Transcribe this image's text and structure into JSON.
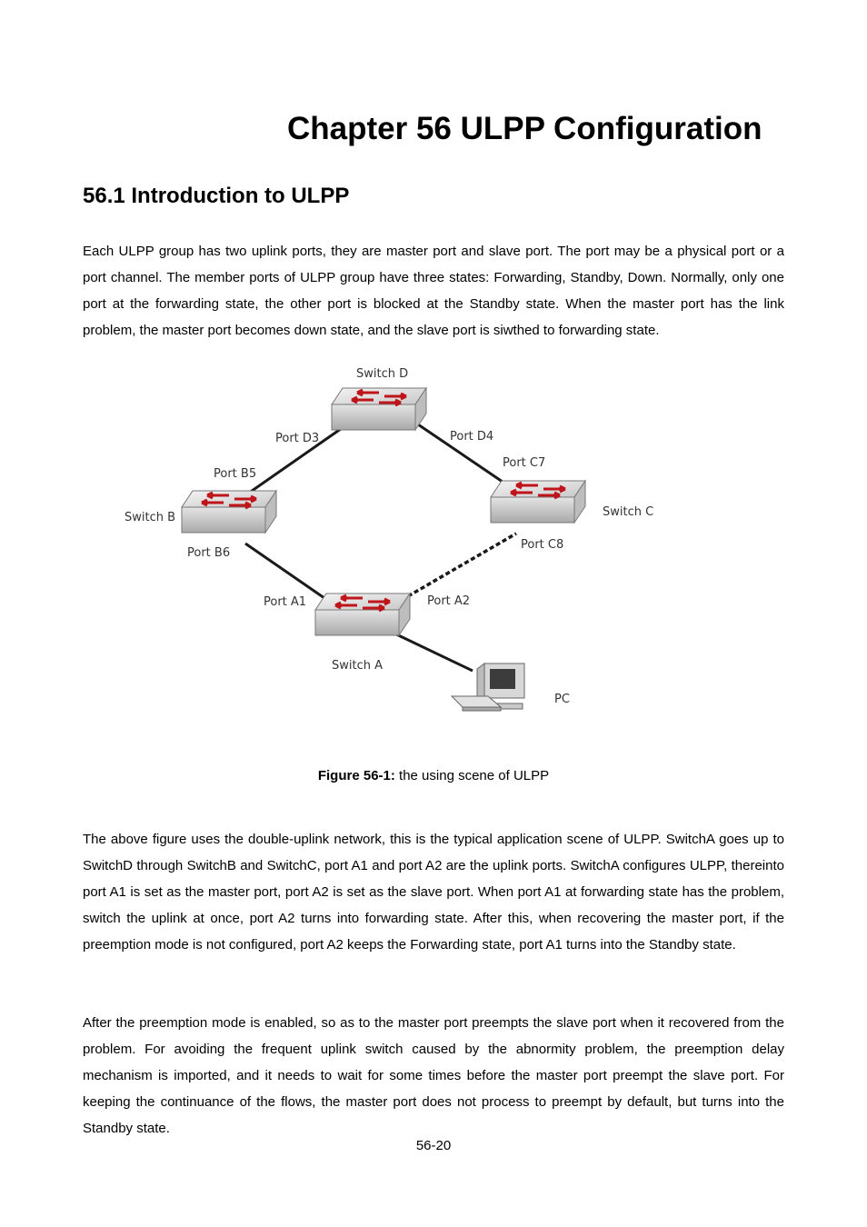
{
  "chapter_title": "Chapter 56 ULPP Configuration",
  "section_title": "56.1 Introduction to ULPP",
  "paragraphs": [
    "Each ULPP group has two uplink ports, they are master port and slave port. The port may be a physical port or a port channel. The member ports of ULPP group have three states: Forwarding, Standby, Down. Normally, only one port at the forwarding state, the other port is blocked at the Standby state. When the master port has the link problem, the master port becomes down state, and the slave port is siwthed to forwarding state.",
    "The above figure uses the double-uplink network, this is the typical application scene of ULPP. SwitchA goes up to SwitchD through SwitchB and SwitchC, port A1 and port A2 are the uplink ports. SwitchA configures ULPP, thereinto port A1 is set as the master port, port A2 is set as the slave port. When port A1 at forwarding state has the problem, switch the uplink at once, port A2 turns into forwarding state. After this, when recovering the master port, if the preemption mode is not configured, port A2 keeps the Forwarding state, port A1 turns into the Standby state.",
    "After the preemption mode is enabled, so as to the master port preempts the slave port when it recovered from the problem. For avoiding the frequent uplink switch caused by the abnormity problem, the preemption delay mechanism is imported, and it needs to wait for some times before the master port preempt the slave port. For keeping the continuance of the flows, the master port does not process to preempt by default, but turns into the Standby state."
  ],
  "figure": {
    "switch_d": "Switch D",
    "switch_b": "Switch B",
    "switch_c": "Switch C",
    "switch_a": "Switch A",
    "pc": "PC",
    "port_d3": "Port D3",
    "port_d4": "Port D4",
    "port_b5": "Port B5",
    "port_b6": "Port B6",
    "port_c7": "Port C7",
    "port_c8": "Port C8",
    "port_a1": "Port A1",
    "port_a2": "Port A2",
    "caption_label": "Figure 56-1:",
    "caption_text": " the using scene of ULPP"
  },
  "page_number": "56-20"
}
